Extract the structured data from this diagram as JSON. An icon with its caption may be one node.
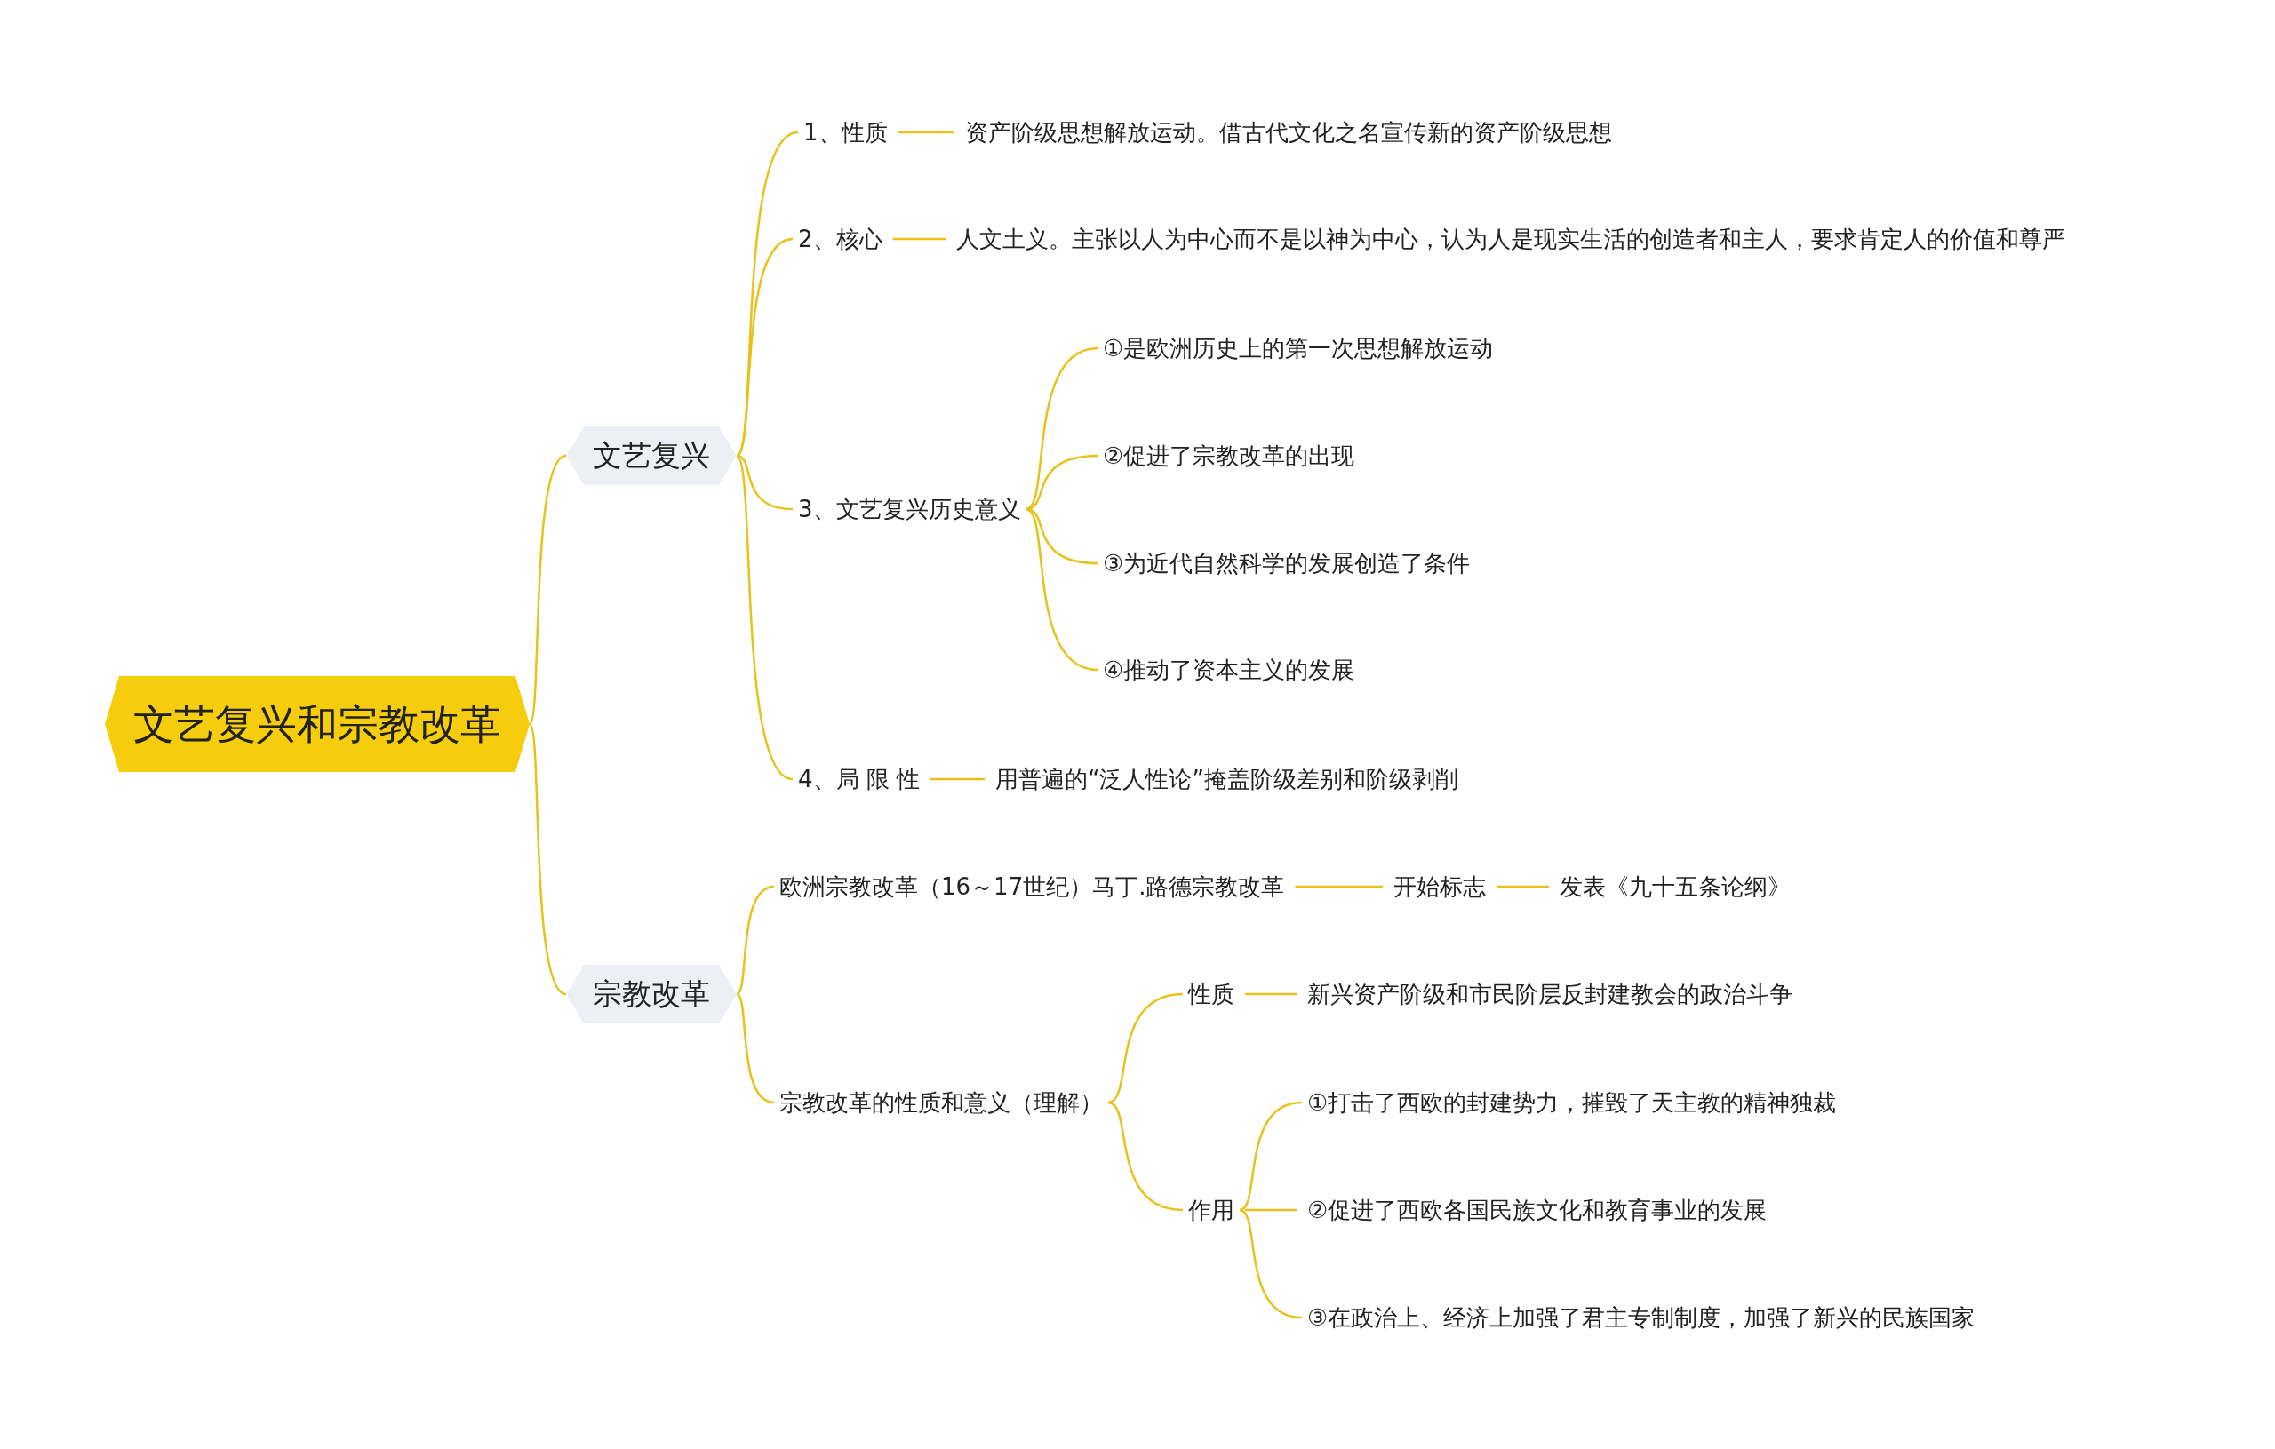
{
  "diagram": {
    "nodes": [
      {
        "text": [
          "文艺复兴和宗教改革"
        ]
      },
      {
        "text": [
          "文艺复兴"
        ]
      },
      {
        "text": [
          "1、性质"
        ]
      },
      {
        "text": [
          "资产阶级思想解放运动。借古代文化之名宣传新的资产阶级思想"
        ]
      },
      {
        "text": [
          "2、核心"
        ]
      },
      {
        "text": [
          "人文土义。主张以人为中心而不是以神为中心，认为人是现实生活的创造者和主人，要求肯定人的价值和尊严"
        ]
      },
      {
        "text": [
          "3、文艺复兴历史意义"
        ]
      },
      {
        "text": [
          "①是欧洲历史上的第一次思想解放运动"
        ]
      },
      {
        "text": [
          "②促进了宗教改革的出现"
        ]
      },
      {
        "text": [
          "③为近代自然科学的发展创造了条件"
        ]
      },
      {
        "text": [
          "④推动了资本主义的发展"
        ]
      },
      {
        "text": [
          "4、局 限 性"
        ]
      },
      {
        "text": [
          "用普遍的“泛人性论”掩盖阶级差别和阶级剥削"
        ]
      },
      {
        "text": [
          "宗教改革"
        ]
      },
      {
        "text": [
          "欧洲宗教改革（16～17世纪）马丁.路德宗教改革"
        ]
      },
      {
        "text": [
          "开始标志"
        ]
      },
      {
        "text": [
          "发表《九十五条论纲》"
        ]
      },
      {
        "text": [
          "宗教改革的性质和意义（理解）"
        ]
      },
      {
        "text": [
          "性质"
        ]
      },
      {
        "text": [
          "新兴资产阶级和市民阶层反封建教会的政治斗争"
        ]
      },
      {
        "text": [
          "作用"
        ]
      },
      {
        "text": [
          "①打击了西欧的封建势力，摧毁了天主教的精神独裁"
        ]
      },
      {
        "text": [
          "②促进了西欧各国民族文化和教育事业的发展"
        ]
      },
      {
        "text": [
          "③在政治上、经济上加强了君主专制制度，加强了新兴的民族国家"
        ]
      }
    ],
    "edges": [
      {
        "from": 0,
        "to": 1,
        "arrow": "none"
      },
      {
        "from": 0,
        "to": 13,
        "arrow": "none"
      },
      {
        "from": 1,
        "to": 2,
        "arrow": "none"
      },
      {
        "from": 1,
        "to": 4,
        "arrow": "none"
      },
      {
        "from": 1,
        "to": 6,
        "arrow": "none"
      },
      {
        "from": 1,
        "to": 11,
        "arrow": "none"
      },
      {
        "from": 2,
        "to": 3,
        "arrow": "none"
      },
      {
        "from": 4,
        "to": 5,
        "arrow": "none"
      },
      {
        "from": 6,
        "to": 7,
        "arrow": "none"
      },
      {
        "from": 6,
        "to": 8,
        "arrow": "none"
      },
      {
        "from": 6,
        "to": 9,
        "arrow": "none"
      },
      {
        "from": 6,
        "to": 10,
        "arrow": "none"
      },
      {
        "from": 11,
        "to": 12,
        "arrow": "none"
      },
      {
        "from": 13,
        "to": 14,
        "arrow": "none"
      },
      {
        "from": 13,
        "to": 17,
        "arrow": "none"
      },
      {
        "from": 14,
        "to": 15,
        "arrow": "none"
      },
      {
        "from": 15,
        "to": 16,
        "arrow": "none"
      },
      {
        "from": 17,
        "to": 18,
        "arrow": "none"
      },
      {
        "from": 17,
        "to": 20,
        "arrow": "none"
      },
      {
        "from": 18,
        "to": 19,
        "arrow": "none"
      },
      {
        "from": 20,
        "to": 21,
        "arrow": "none"
      },
      {
        "from": 20,
        "to": 22,
        "arrow": "none"
      },
      {
        "from": 20,
        "to": 23,
        "arrow": "none"
      }
    ]
  }
}
